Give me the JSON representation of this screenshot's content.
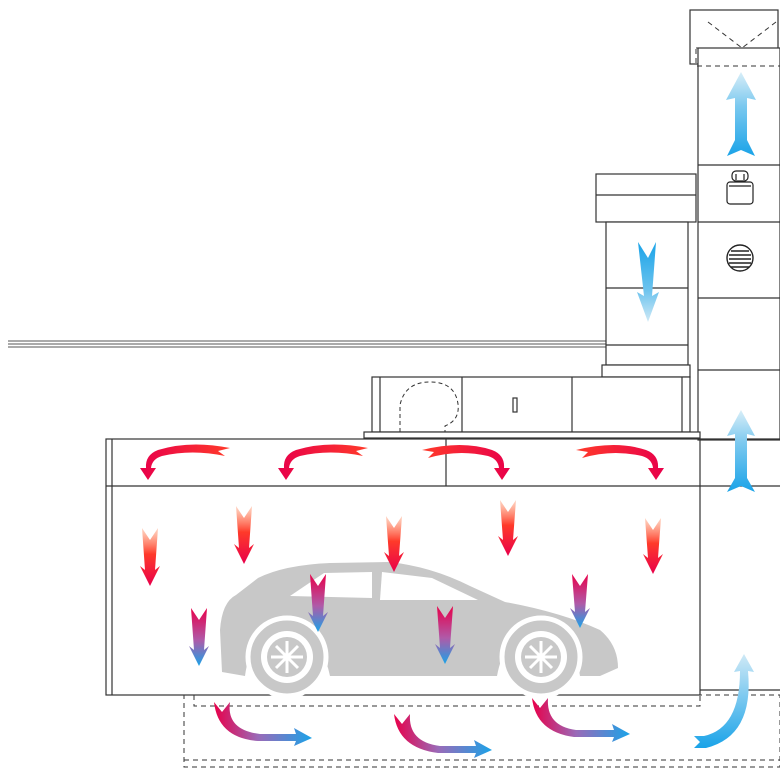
{
  "diagram": {
    "kind": "spray booth airflow schematic",
    "background_color": "#ffffff",
    "line_color": "#333333",
    "car_color": "#c8c8c8",
    "hot_air_color": "#e8004a",
    "warm_air_color": "#ff3a2a",
    "cool_air_color": "#1aa3e8",
    "icons": [
      "fan-icon",
      "burner-icon",
      "car-silhouette",
      "airflow-arrow"
    ]
  }
}
